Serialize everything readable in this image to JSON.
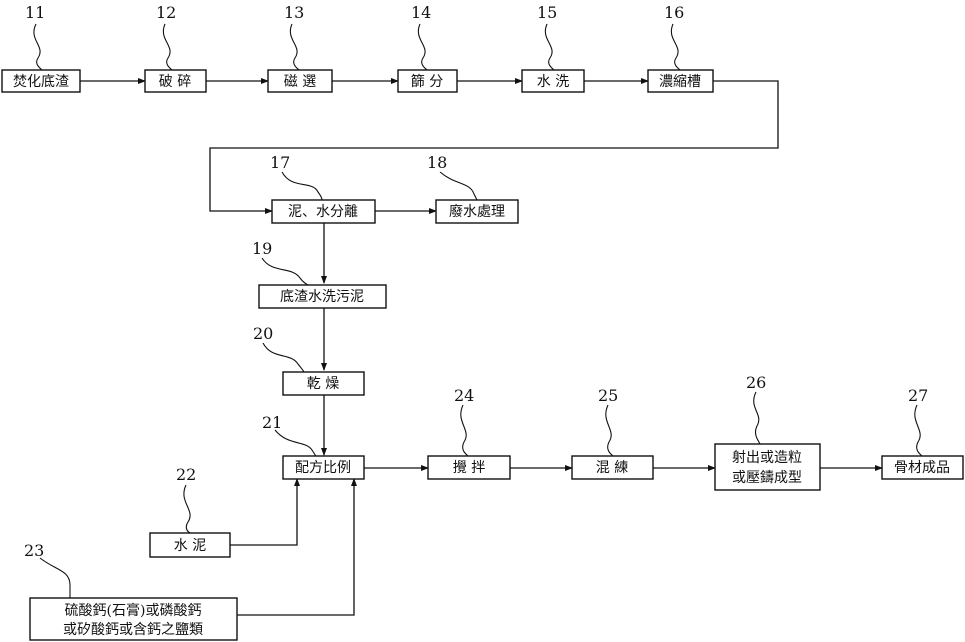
{
  "steps": {
    "s11": {
      "num": "11",
      "label": "焚化底渣"
    },
    "s12": {
      "num": "12",
      "label": "破 碎"
    },
    "s13": {
      "num": "13",
      "label": "磁 選"
    },
    "s14": {
      "num": "14",
      "label": "篩 分"
    },
    "s15": {
      "num": "15",
      "label": "水 洗"
    },
    "s16": {
      "num": "16",
      "label": "濃縮槽"
    },
    "s17": {
      "num": "17",
      "label": "泥、水分離"
    },
    "s18": {
      "num": "18",
      "label": "廢水處理"
    },
    "s19": {
      "num": "19",
      "label": "底渣水洗污泥"
    },
    "s20": {
      "num": "20",
      "label": "乾 燥"
    },
    "s21": {
      "num": "21",
      "label": "配方比例"
    },
    "s22": {
      "num": "22",
      "label": "水 泥"
    },
    "s23": {
      "num": "23",
      "label_line1": "硫酸鈣(石膏)或磷酸鈣",
      "label_line2": "或矽酸鈣或含鈣之鹽類"
    },
    "s24": {
      "num": "24",
      "label": "攪 拌"
    },
    "s25": {
      "num": "25",
      "label": "混 練"
    },
    "s26": {
      "num": "26",
      "label_line1": "射出或造粒",
      "label_line2": "或壓鑄成型"
    },
    "s27": {
      "num": "27",
      "label": "骨材成品"
    }
  }
}
